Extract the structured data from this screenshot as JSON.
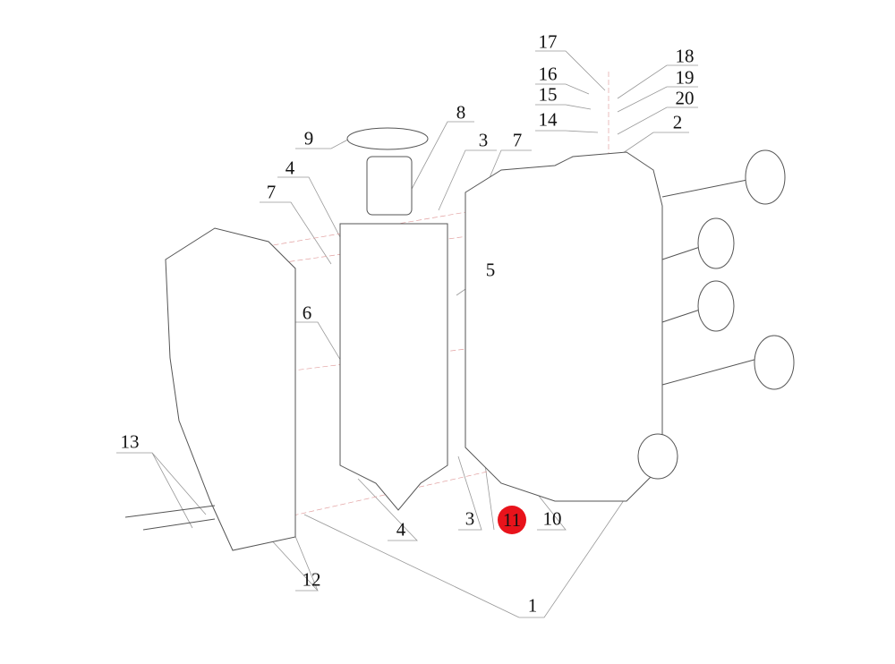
{
  "diagram": {
    "labels": [
      "17",
      "16",
      "15",
      "14",
      "18",
      "19",
      "20",
      "2",
      "8",
      "9",
      "3",
      "7",
      "4",
      "7",
      "5",
      "6",
      "13",
      "12",
      "1",
      "4",
      "3",
      "10"
    ],
    "highlighted_label": "11",
    "highlight_color": "#e8131b"
  }
}
